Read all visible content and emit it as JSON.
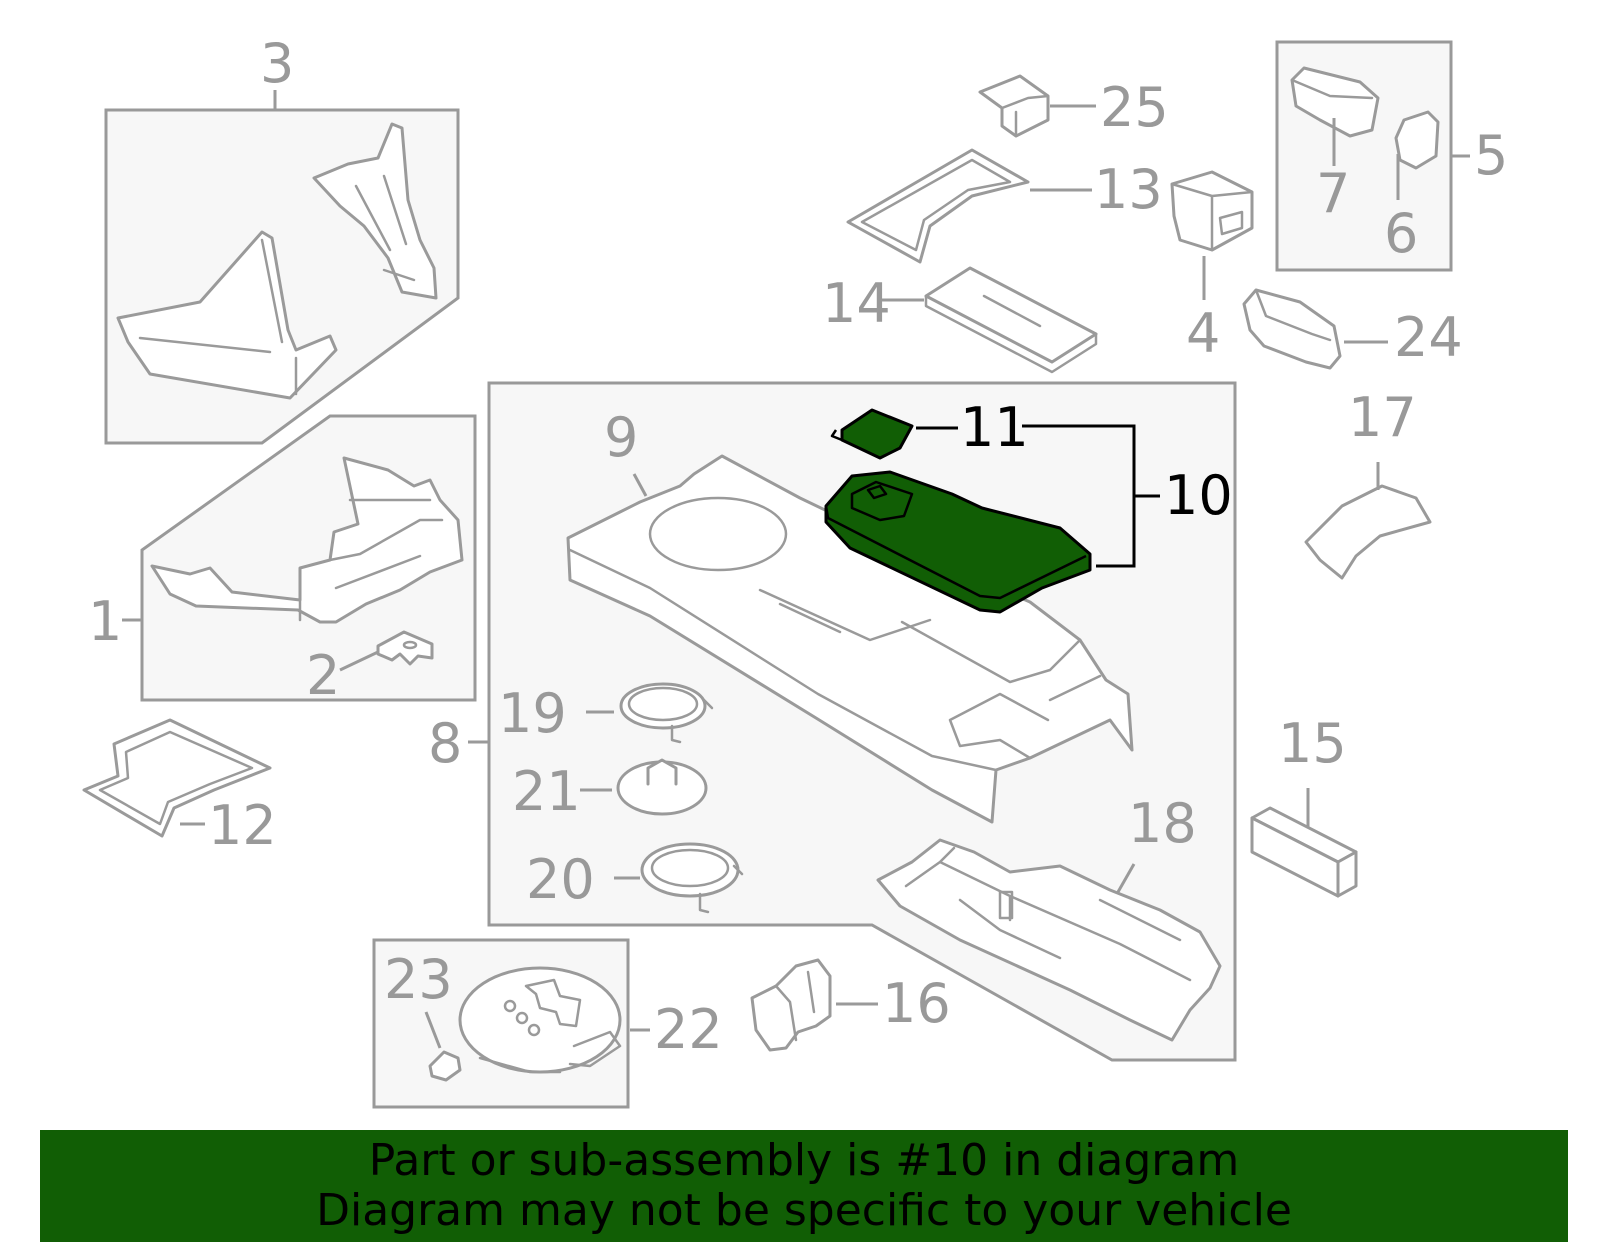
{
  "callouts": {
    "c1": "1",
    "c2": "2",
    "c3": "3",
    "c4": "4",
    "c5": "5",
    "c6": "6",
    "c7": "7",
    "c8": "8",
    "c9": "9",
    "c10": "10",
    "c11": "11",
    "c12": "12",
    "c13": "13",
    "c14": "14",
    "c15": "15",
    "c16": "16",
    "c17": "17",
    "c18": "18",
    "c19": "19",
    "c20": "20",
    "c21": "21",
    "c22": "22",
    "c23": "23",
    "c24": "24",
    "c25": "25"
  },
  "highlighted_part": "10",
  "colors": {
    "highlight": "#115e05",
    "outline": "#999999",
    "box_fill": "#f7f7f7",
    "text_highlight": "#000000"
  },
  "banner": {
    "line1": "Part or sub-assembly is #10 in diagram",
    "line2": "Diagram may not be specific to your vehicle"
  }
}
